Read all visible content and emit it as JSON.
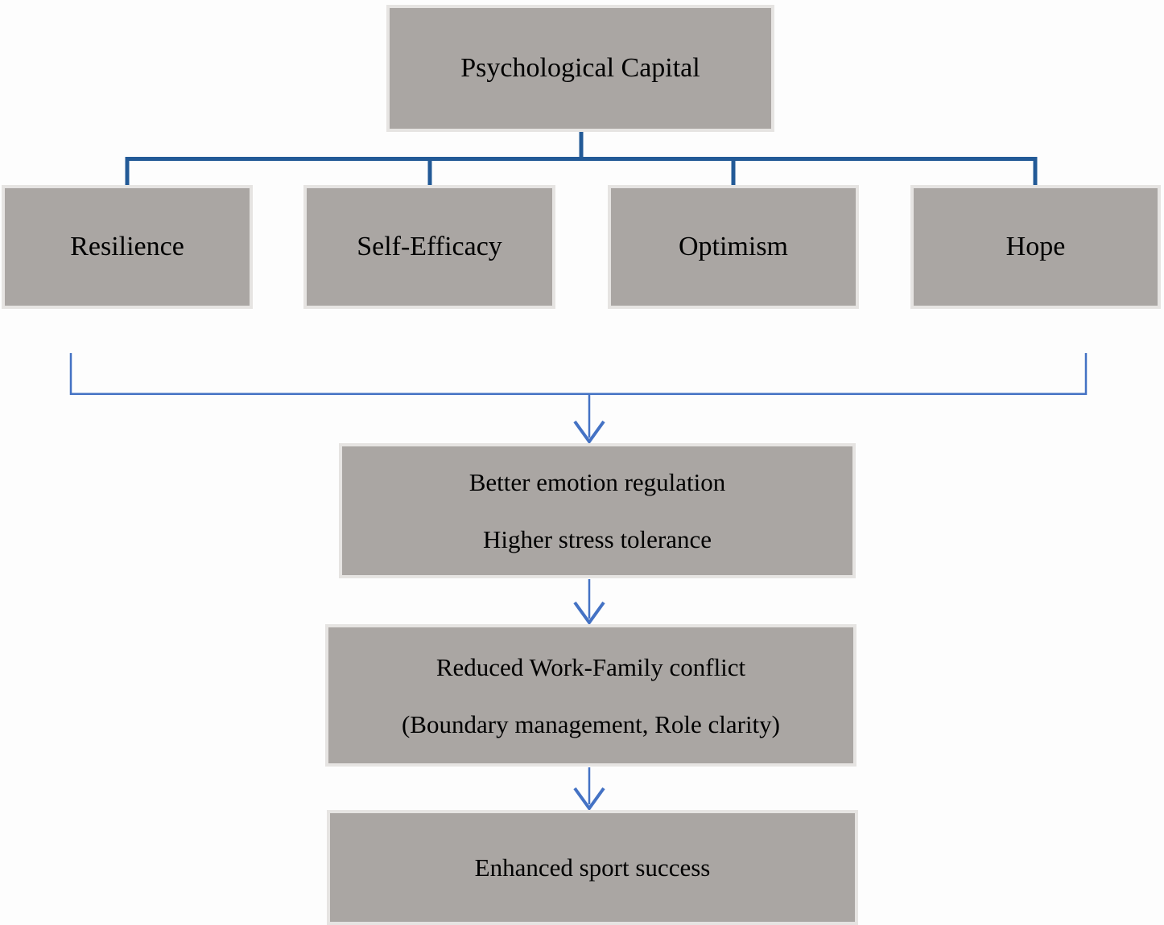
{
  "diagram": {
    "root": {
      "label": "Psychological Capital"
    },
    "components": [
      {
        "label": "Resilience"
      },
      {
        "label": "Self-Efficacy"
      },
      {
        "label": "Optimism"
      },
      {
        "label": "Hope"
      }
    ],
    "outcomes": [
      {
        "lines": [
          "Better emotion regulation",
          "Higher stress tolerance"
        ]
      },
      {
        "lines": [
          "Reduced Work-Family conflict",
          "(Boundary management, Role clarity)"
        ]
      },
      {
        "lines": [
          "Enhanced sport success"
        ]
      }
    ]
  },
  "colors": {
    "background": "#fdfdfd",
    "box-fill": "#aaa6a3",
    "box-border": "#e6e4e2",
    "text": "#000000",
    "connector-dark": "#235a97",
    "connector-light": "#4472c4"
  }
}
